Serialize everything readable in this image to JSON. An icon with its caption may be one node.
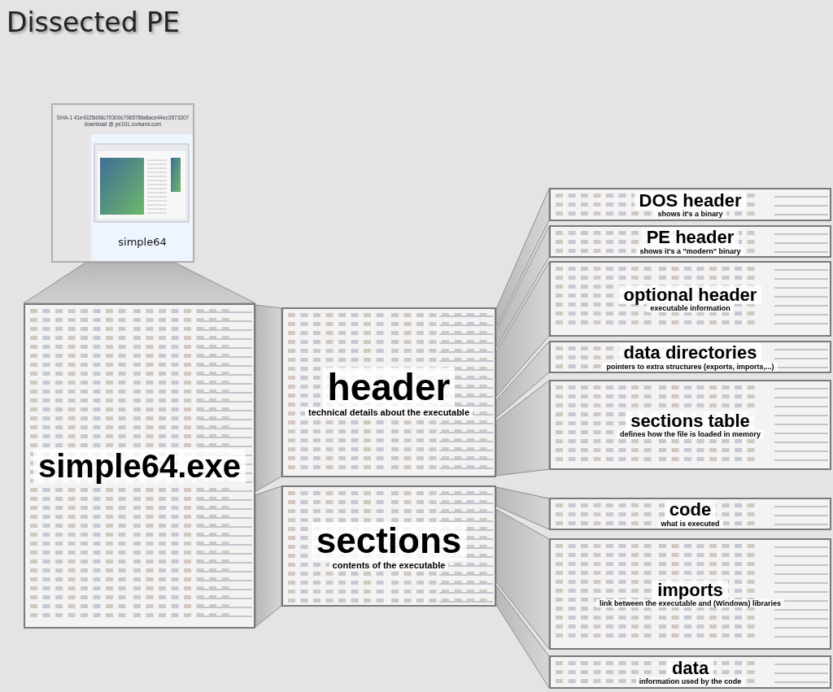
{
  "diagram": {
    "title": "Dissected PE",
    "nodes": [
      {
        "text": [
          "SHA-1 41e4325d08c70300c796578fa8ace44ec3573307",
          "download @ pe101.corkami.com",
          "simple64"
        ]
      },
      {
        "text": [
          "simple64.exe"
        ]
      },
      {
        "text": [
          "header",
          "technical details about the executable"
        ]
      },
      {
        "text": [
          "sections",
          "contents of the executable"
        ]
      },
      {
        "text": [
          "DOS header",
          "shows it's a binary"
        ]
      },
      {
        "text": [
          "PE header",
          "shows it's a \"modern\" binary"
        ]
      },
      {
        "text": [
          "optional header",
          "executable information"
        ]
      },
      {
        "text": [
          "data directories",
          "pointers to extra structures (exports, imports,...)"
        ]
      },
      {
        "text": [
          "sections table",
          "defines how the file is loaded in memory"
        ]
      },
      {
        "text": [
          "code",
          "what is executed"
        ]
      },
      {
        "text": [
          "imports",
          "link between the executable and (Windows) libraries"
        ]
      },
      {
        "text": [
          "data",
          "information used by the code"
        ]
      }
    ],
    "edges": [
      {
        "from": 0,
        "to": 1,
        "arrow": "none"
      },
      {
        "from": 1,
        "to": 2,
        "arrow": "none"
      },
      {
        "from": 1,
        "to": 3,
        "arrow": "none"
      },
      {
        "from": 2,
        "to": 4,
        "arrow": "none"
      },
      {
        "from": 2,
        "to": 5,
        "arrow": "none"
      },
      {
        "from": 2,
        "to": 6,
        "arrow": "none"
      },
      {
        "from": 2,
        "to": 7,
        "arrow": "none"
      },
      {
        "from": 2,
        "to": 8,
        "arrow": "none"
      },
      {
        "from": 3,
        "to": 9,
        "arrow": "none"
      },
      {
        "from": 3,
        "to": 10,
        "arrow": "none"
      },
      {
        "from": 3,
        "to": 11,
        "arrow": "none"
      }
    ]
  }
}
